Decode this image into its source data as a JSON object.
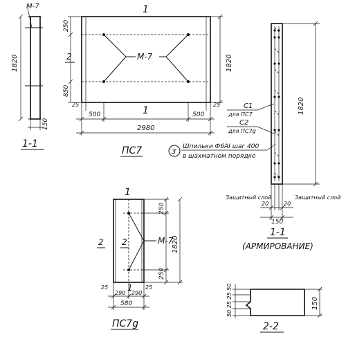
{
  "labels": {
    "m7_top_left": "М-7",
    "m7_center": "М-7",
    "m7_bottom": "М-7",
    "section_mark_top": "1",
    "section_mark_bottom": "1",
    "section_mark_pc7g": "1",
    "section_mark_pc7g_bottom": "1",
    "mark_2_pc7": "2",
    "mark_2_pc7g_left": "2",
    "mark_2_pc7g_mid": "2",
    "section_1_1": "1-1",
    "section_1_1_reinf": "1-1",
    "section_2_2": "2-2",
    "title_pc7": "ПС7",
    "title_pc7g": "ПС7g",
    "reinf_title": "(АРМИРОВАНИЕ)",
    "c1": "С1",
    "c1_note": "для ПС7",
    "c2": "С2",
    "c2_note": "для ПС7g",
    "note_num": "3",
    "note_line1": "Шпильки Ф6АI шаг 400",
    "note_line2": "в шахматном порядке",
    "cover_left": "Защитный слой",
    "cover_right": "Защитный слой"
  },
  "dimensions": {
    "d1820_left": "1820",
    "d150_left": "150",
    "d250_top": "250",
    "d850": "850",
    "d1820_pc7": "1820",
    "d25_left": "25",
    "d25_right": "25",
    "d500_left": "500",
    "d500_right": "500",
    "d2980": "2980",
    "d1820_reinf": "1820",
    "d20_left": "20",
    "d20_right": "20",
    "d150_reinf": "150",
    "d250_g_top": "250",
    "d1820_g": "1820",
    "d250_g_bot": "250",
    "d25_g_left": "25",
    "d25_g_right": "25",
    "d290_left": "290",
    "d290_right": "290",
    "d580": "580",
    "d50_25_25_50": "50 25 25 50",
    "d150_22": "150"
  }
}
